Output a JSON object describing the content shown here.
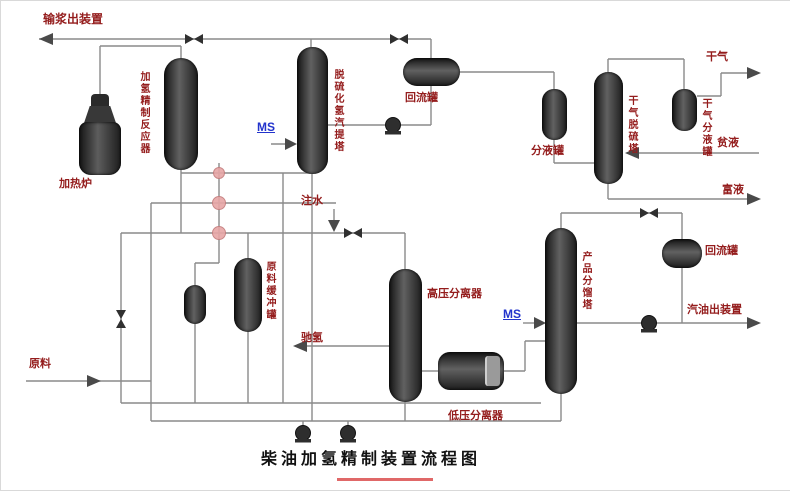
{
  "title": "柴油加氢精制装置流程图",
  "streams": {
    "slurry_out": "输浆出装置",
    "dry_gas": "干气",
    "lean_solution": "贫液",
    "rich_solution": "富液",
    "gasoline_out": "汽油出装置",
    "water_injection": "注水",
    "purge_hydrogen": "驰氢",
    "feed": "原料",
    "ms1": "MS",
    "ms2": "MS"
  },
  "equipment": {
    "furnace": "加热炉",
    "reactor": "加氢精制反应器",
    "stripper": "脱硫化氢汽提塔",
    "reflux_drum_1": "回流罐",
    "separator_drum": "分液罐",
    "dry_gas_tower": "干气脱硫塔",
    "dry_gas_ko_drum": "干气分液罐",
    "reflux_drum_2": "回流罐",
    "feed_surge_drum": "原料缓冲罐",
    "hp_separator": "高压分离器",
    "lp_separator": "低压分离器",
    "fractionator": "产品分馏塔"
  },
  "colors": {
    "label": "#941c1c",
    "ms_tag": "#2233cc",
    "pipe_line": "#8a8a8a",
    "vessel": "#2a2a2a",
    "junction_dot": "#e7a6a6",
    "underline": "#e06868"
  },
  "icons": {
    "valve": "bowtie",
    "pump": "circle-with-base",
    "arrow": "solid-triangle",
    "junction": "pink-dot"
  }
}
